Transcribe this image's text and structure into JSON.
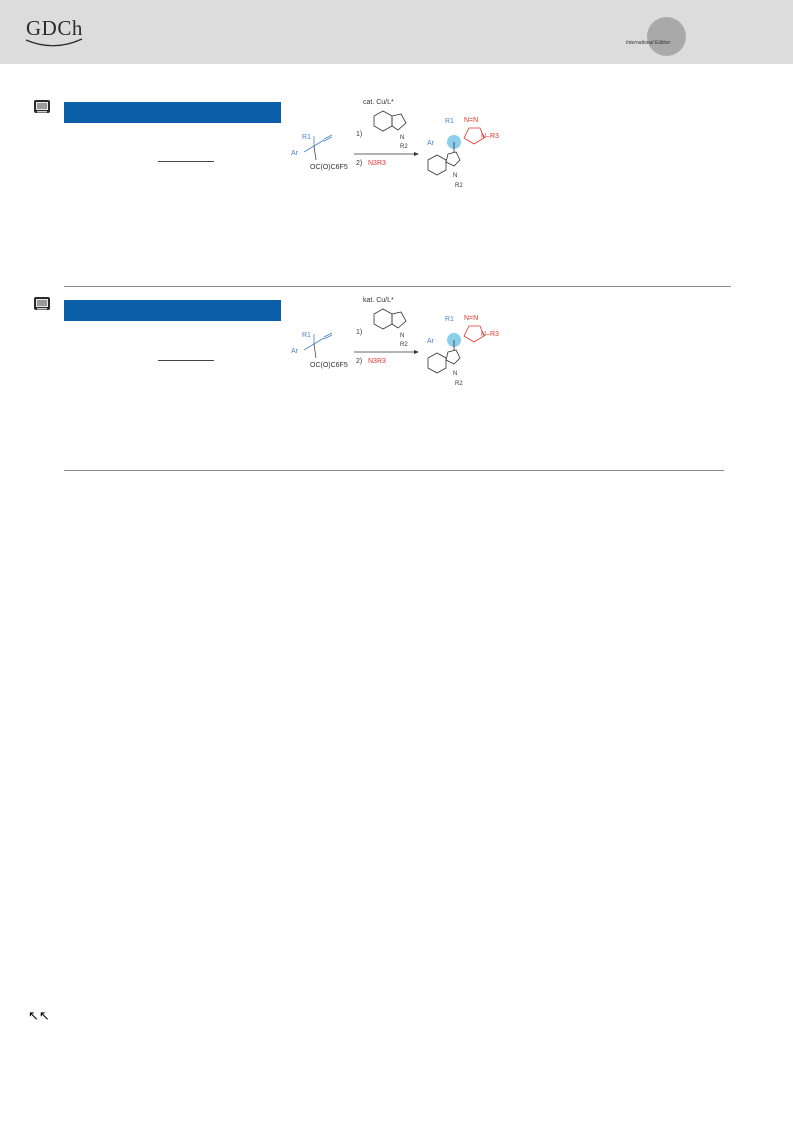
{
  "header": {
    "logo_text": "GDCh",
    "badge_text": "International Edition"
  },
  "entries": [
    {
      "catalyst_label": "cat. Cu/L*",
      "step1": "1)",
      "step2": "2)",
      "azide": "N3R3",
      "r1": "R1",
      "r2": "R2",
      "r3": "R3",
      "ar": "Ar",
      "ester": "OC(O)C6F5",
      "triazole_n1": "N=N",
      "triazole_n3": "N–R3",
      "indole_n": "N"
    },
    {
      "catalyst_label": "kat. Cu/L*",
      "step1": "1)",
      "step2": "2)",
      "azide": "N3R3",
      "r1": "R1",
      "r2": "R2",
      "r3": "R3",
      "ar": "Ar",
      "ester": "OC(O)C6F5",
      "triazole_n1": "N=N",
      "triazole_n3": "N–R3",
      "indole_n": "N"
    }
  ],
  "nav": {
    "label": "↖↖"
  },
  "colors": {
    "title_bar": "#0a5fa8",
    "substrate": "#4a84c4",
    "azide": "#e2322a",
    "stereocenter": "#6fc3e8"
  }
}
